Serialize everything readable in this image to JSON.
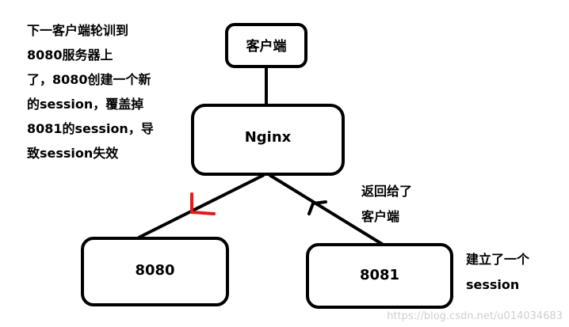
{
  "left_note": {
    "lines": [
      "下一客户端轮训到",
      "8080服务器上",
      "了，8080创建一个新",
      "的session，覆盖掉",
      "8081的session，导",
      "致session失效"
    ]
  },
  "boxes": {
    "client": "客户端",
    "nginx": "Nginx",
    "server_8080": "8080",
    "server_8081": "8081"
  },
  "return_note": {
    "lines": [
      "返回给了",
      "客户端"
    ]
  },
  "session_note": {
    "lines": [
      "建立了一个",
      "session"
    ]
  },
  "watermark": "https://blog.csdn.net/u014034683",
  "colors": {
    "stroke": "#000000",
    "red_mark": "#e11b1b",
    "watermark": "#cfcfcf"
  }
}
